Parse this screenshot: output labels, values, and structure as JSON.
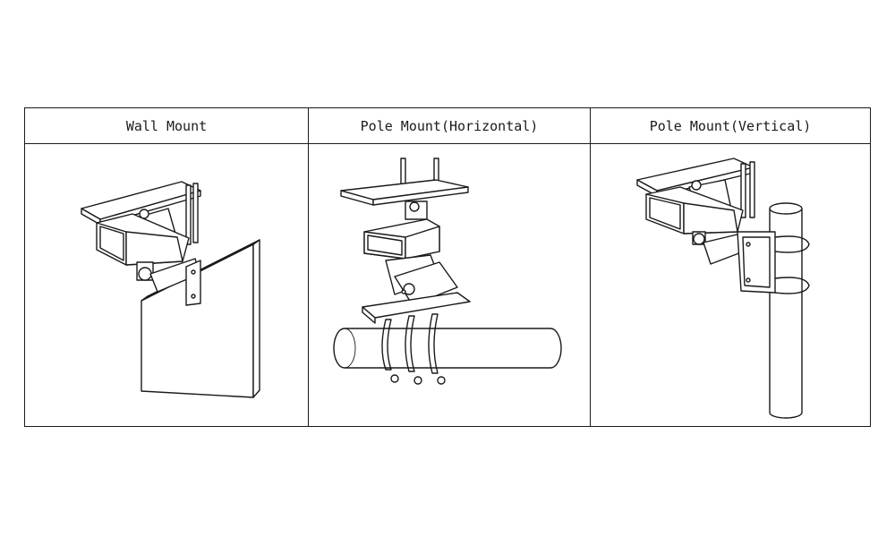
{
  "columns": [
    {
      "title": "Wall Mount"
    },
    {
      "title": "Pole Mount(Horizontal)"
    },
    {
      "title": "Pole Mount(Vertical)"
    }
  ]
}
